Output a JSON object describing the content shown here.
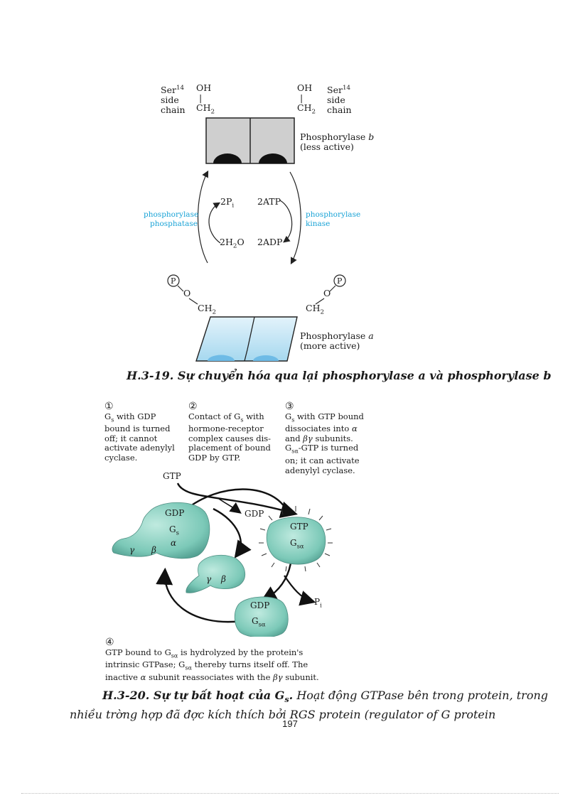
{
  "fig19": {
    "left_ser": [
      "Ser",
      "14",
      "side",
      "chain"
    ],
    "right_ser": [
      "Ser",
      "14",
      "side",
      "chain"
    ],
    "oh": "OH",
    "bar": "|",
    "ch2": "CH",
    "ch2_sub": "2",
    "phos_b": [
      "Phosphorylase ",
      "b",
      "(less active)"
    ],
    "pi": [
      "2P",
      "i"
    ],
    "atp": "2ATP",
    "h2o": [
      "2H",
      "2",
      "O"
    ],
    "adp": "2ADP",
    "phosphatase": [
      "phosphorylase",
      "phosphatase"
    ],
    "kinase": [
      "phosphorylase",
      "kinase"
    ],
    "p_circle": "P",
    "o": "O",
    "phos_a": [
      "Phosphorylase ",
      "a",
      "(more active)"
    ],
    "caption": "H.3-19. Sự chuyển hóa qua lại phosphorylase  a và phosphorylase  b"
  },
  "fig20": {
    "step1": {
      "num": "①",
      "lines": [
        "G",
        "s",
        " with GDP",
        "bound is turned",
        "off; it cannot",
        "activate adenylyl",
        "cyclase."
      ]
    },
    "step2": {
      "num": "②",
      "lines": [
        "Contact of G",
        "s",
        " with",
        "hormone-receptor",
        "complex causes dis-",
        "placement of bound",
        "GDP by GTP."
      ]
    },
    "step3": {
      "num": "③",
      "lines": [
        "G",
        "s",
        " with GTP bound",
        "dissociates into ",
        "α",
        "and ",
        "βγ",
        " subunits.",
        "G",
        "sα",
        "-GTP is turned",
        "on; it can activate",
        "adenylyl cyclase."
      ]
    },
    "step4": {
      "num": "④",
      "lines": [
        "GTP bound to G",
        "sα",
        " is hydrolyzed by the protein's",
        "intrinsic GTPase; G",
        "sα",
        " thereby turns itself off. The",
        "inactive ",
        "α",
        " subunit reassociates with the ",
        "βγ",
        " subunit."
      ]
    },
    "gtp_in": "GTP",
    "gdp_out": "GDP",
    "pi_out": [
      "P",
      "i"
    ],
    "blob1": {
      "gdp": "GDP",
      "gs": [
        "G",
        "s"
      ],
      "alpha": "α",
      "gamma": "γ",
      "beta": "β"
    },
    "blob2": {
      "gamma": "γ",
      "beta": "β"
    },
    "blob3": {
      "gtp": "GTP",
      "gsa": [
        "G",
        "sα"
      ]
    },
    "blob4": {
      "gdp": "GDP",
      "gsa": [
        "G",
        "sα"
      ]
    },
    "caption_bold": [
      "H.3-20. Sự tự bất hoạt của G",
      "s",
      "."
    ],
    "caption_text1": " Hoạt động GTPase bên trong protein, trong",
    "caption_text2": "nhiều trờng   hợp đã đợc   kích thích bởi RGS protein (regulator  of G protein"
  },
  "page_number": "197"
}
